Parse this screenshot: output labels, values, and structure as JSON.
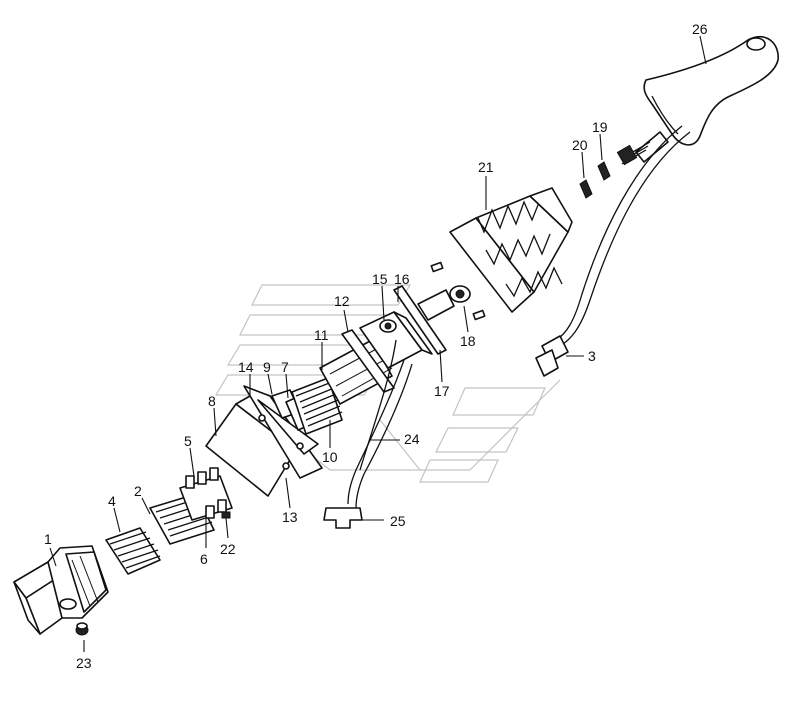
{
  "labels": {
    "p1": "1",
    "p2": "2",
    "p3": "3",
    "p4": "4",
    "p5": "5",
    "p6": "6",
    "p7": "7",
    "p8": "8",
    "p9": "9",
    "p10": "10",
    "p11": "11",
    "p12": "12",
    "p13": "13",
    "p14": "14",
    "p15": "15",
    "p16": "16",
    "p17": "17",
    "p18": "18",
    "p19": "19",
    "p20": "20",
    "p21": "21",
    "p22": "22",
    "p23": "23",
    "p24": "24",
    "p25": "25",
    "p26": "26"
  },
  "colors": {
    "line": "#111111",
    "ghost": "#c4c4c4",
    "background": "#ffffff"
  }
}
